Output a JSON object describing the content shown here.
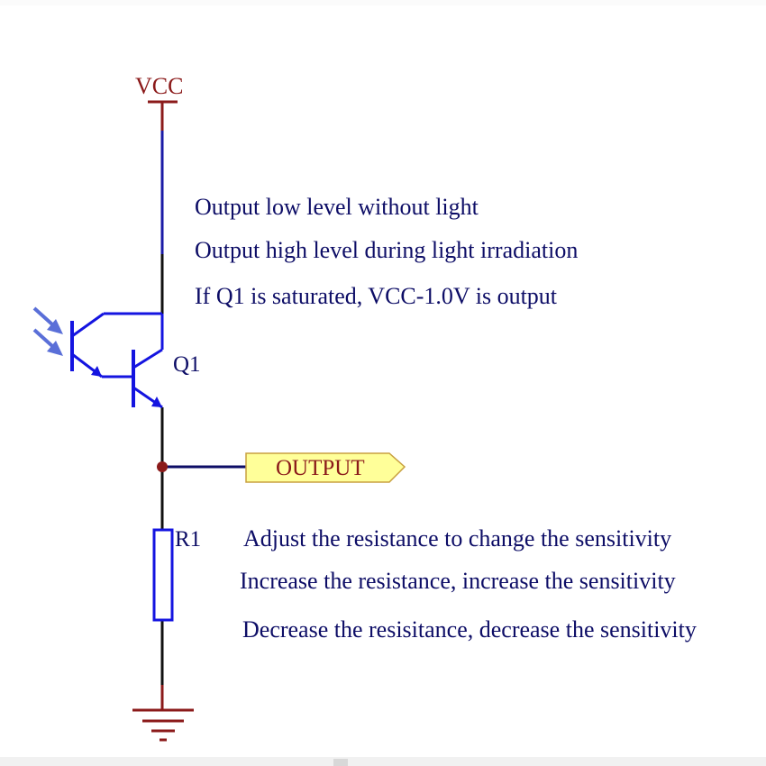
{
  "power": {
    "label": "VCC"
  },
  "transistor": {
    "label": "Q1"
  },
  "output_port": {
    "label": "OUTPUT"
  },
  "resistor": {
    "label": "R1"
  },
  "notes_top": [
    "Output low level without light",
    "Output high level during light irradiation",
    "If Q1 is saturated,  VCC-1.0V is output"
  ],
  "notes_bottom": [
    "Adjust the resistance to change the sensitivity",
    "Increase the resistance, increase the sensitivity",
    "Decrease the resisitance, decrease the sensitivity"
  ],
  "colors": {
    "power_symbol": "#8b1a1a",
    "wire_blue": "#1a1aa6",
    "wire_black": "#111111",
    "component": "#1414e0",
    "light_arrow": "#5a6fd8",
    "text_navy": "#0d0d66",
    "port_fill": "#ffff99",
    "port_border": "#c8a040",
    "port_text": "#8b1a1a",
    "junction": "#8b1a1a",
    "ground": "#8b1a1a"
  }
}
